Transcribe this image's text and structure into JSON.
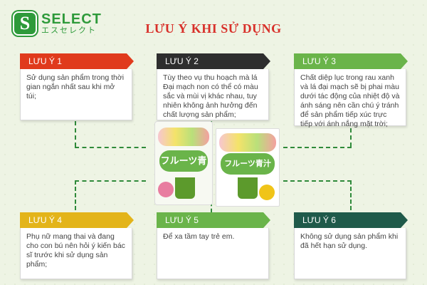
{
  "logo": {
    "main": "SELECT",
    "sub": "エスセレクト",
    "badge_letter": "S",
    "color": "#2e9a3a"
  },
  "title": "LƯU Ý KHI SỬ DỤNG",
  "cards": [
    {
      "label": "LƯU Ý 1",
      "color": "#e03a1c",
      "text": "Sử dụng sản phẩm trong thời gian ngắn nhất sau khi mở túi;"
    },
    {
      "label": "LƯU Ý 2",
      "color": "#2e2e2e",
      "text": "Tùy theo vụ thu hoạch mà lá Đại mạch non có thể có màu sắc và mùi vị khác nhau, tuy nhiên không ảnh hưởng đến chất lượng sản phẩm;"
    },
    {
      "label": "LƯU Ý 3",
      "color": "#6ab44a",
      "text": "Chất diệp lục trong rau xanh và lá đại mạch sẽ bị phai màu dưới tác động của nhiệt độ và ánh sáng nên cần chú ý tránh để sản phẩm tiếp xúc trực tiếp với ánh nắng mặt trời;"
    },
    {
      "label": "LƯU Ý 4",
      "color": "#e3b41a",
      "text": "Phụ nữ mang thai và đang cho con bú nên hỏi ý kiến bác sĩ trước khi sử dụng sản phẩm;"
    },
    {
      "label": "LƯU Ý 5",
      "color": "#6ab44a",
      "text": "Để xa tầm tay trẻ em."
    },
    {
      "label": "LƯU Ý 6",
      "color": "#1f5a4a",
      "text": "Không sử dụng sản phẩm khi đã hết hạn sử dụng."
    }
  ],
  "product": {
    "name_jp": "フルーツ青汁"
  },
  "colors": {
    "background": "#eef4e4",
    "title": "#d8302a",
    "connector": "#2f8a3a"
  }
}
